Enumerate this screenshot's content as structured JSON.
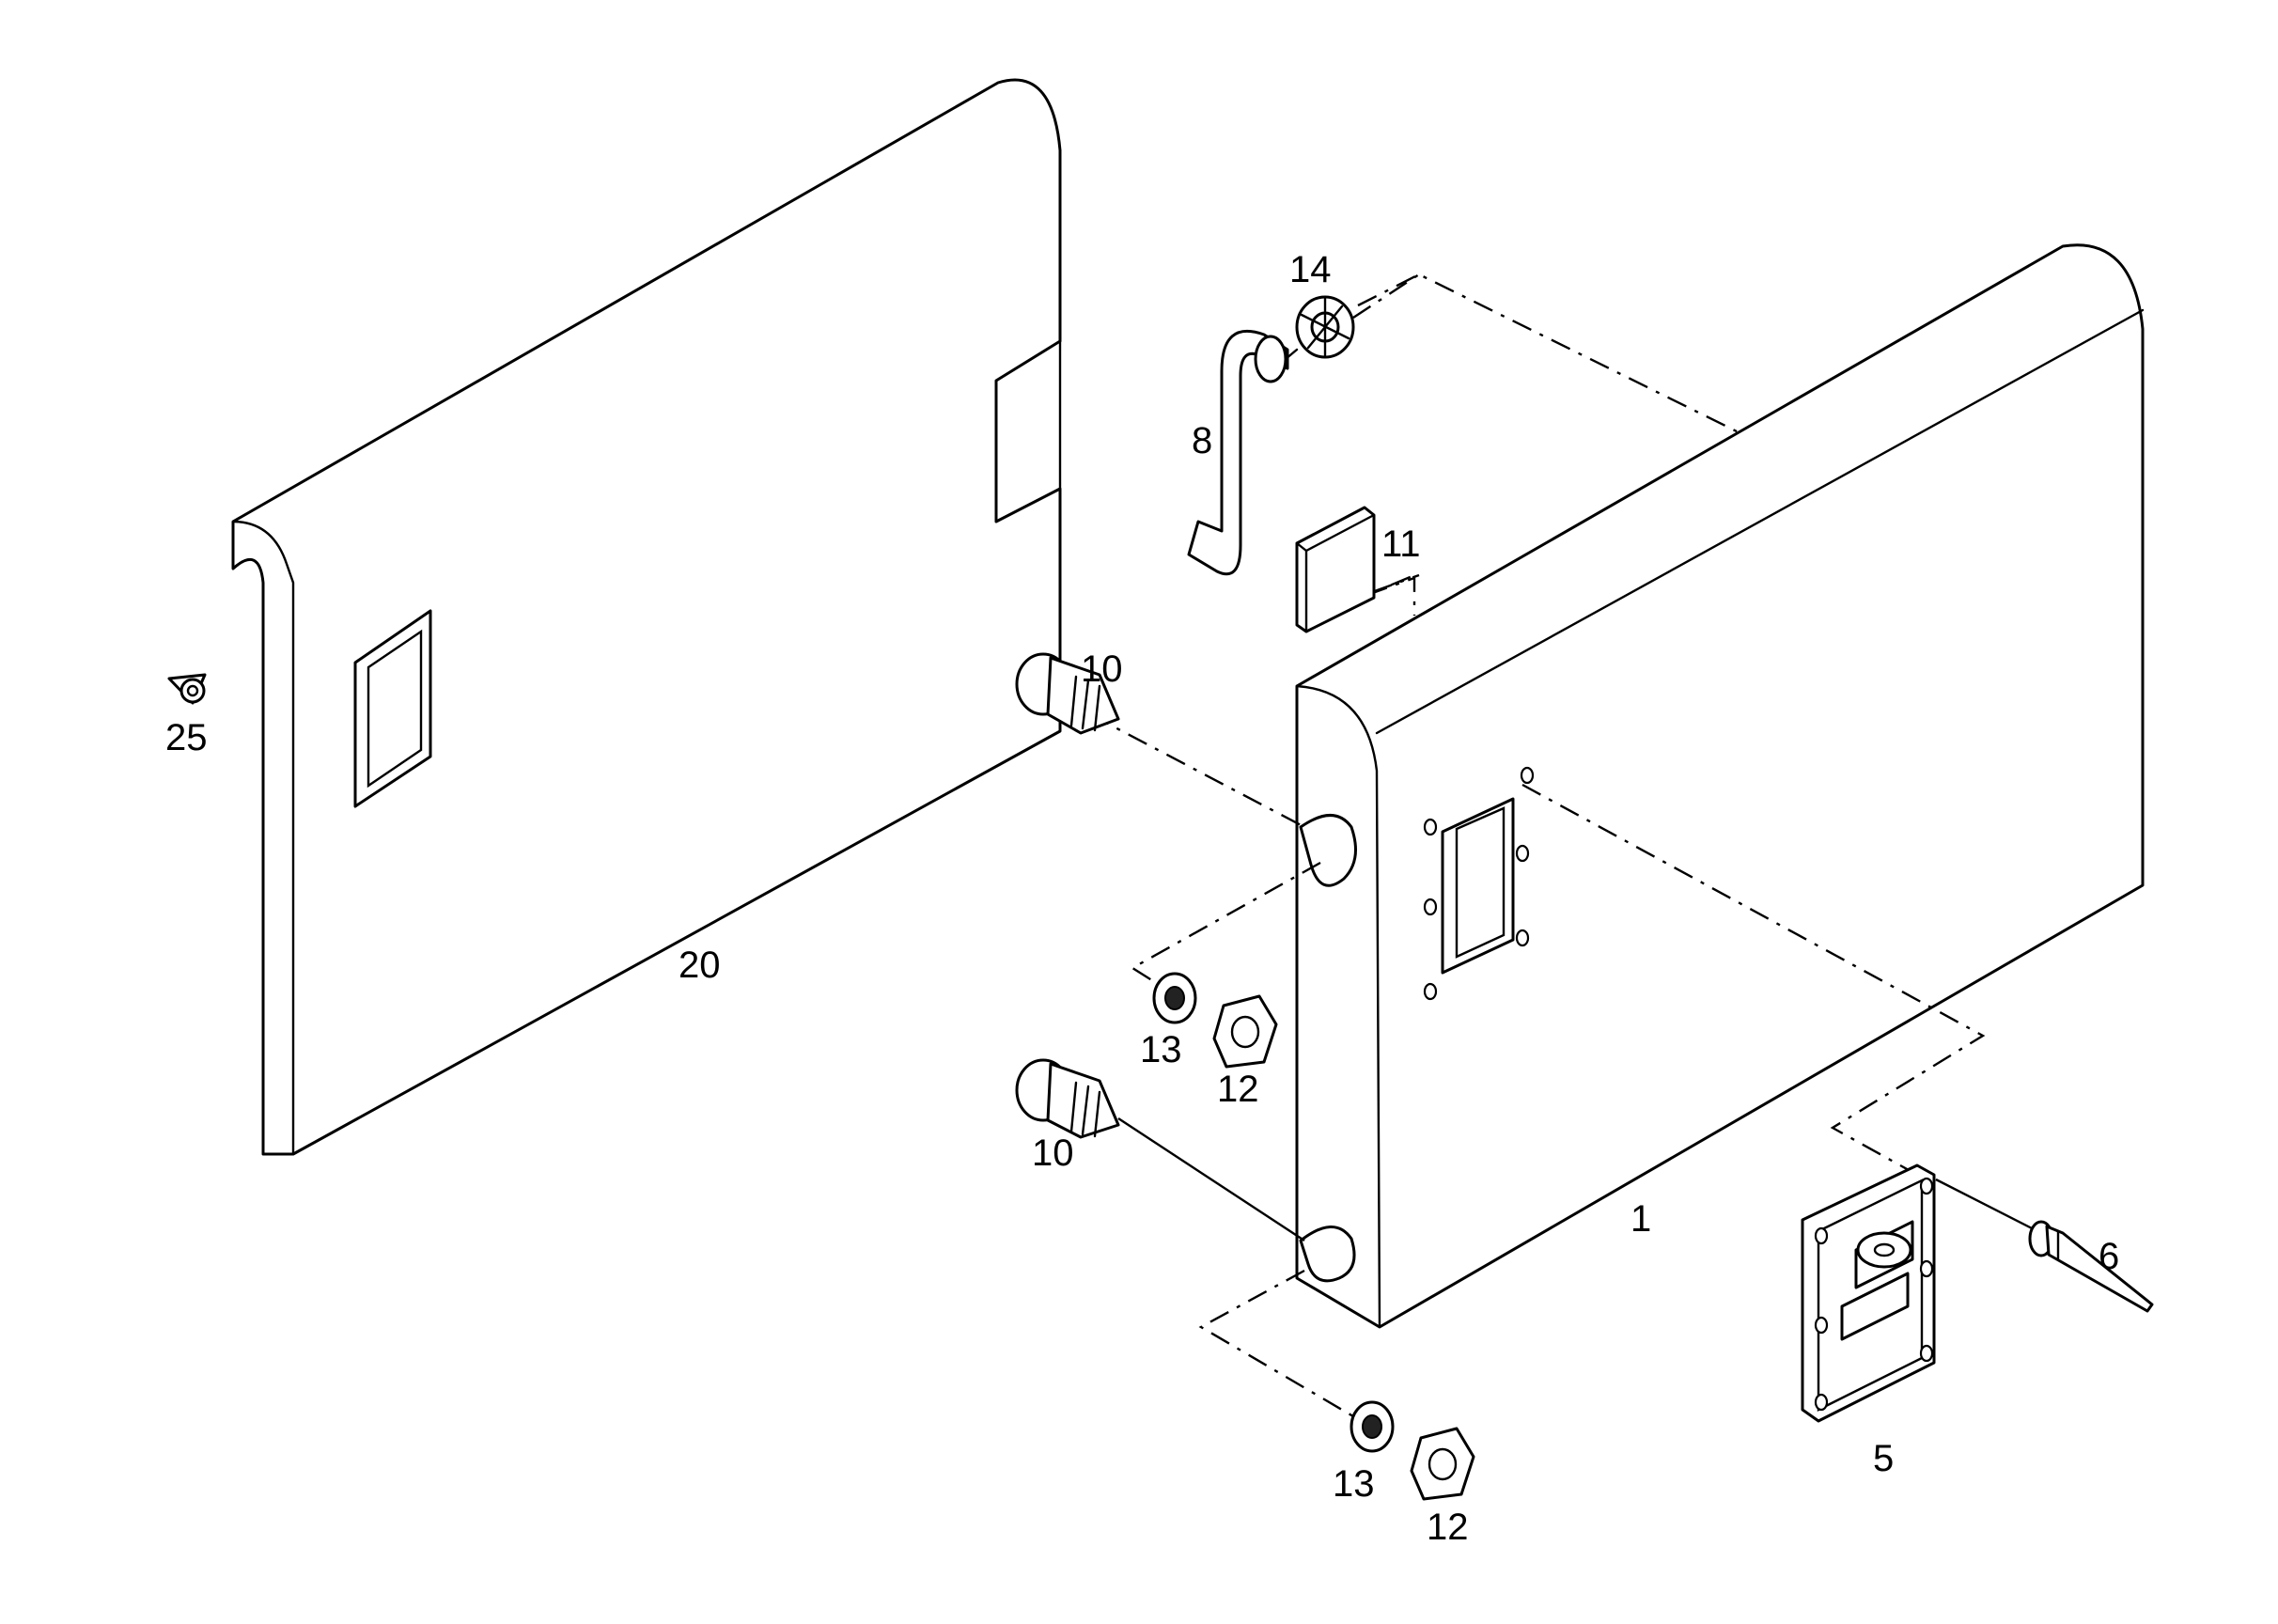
{
  "diagram": {
    "labels": {
      "p1": "1",
      "p5": "5",
      "p6": "6",
      "p8": "8",
      "p10a": "10",
      "p10b": "10",
      "p11": "11",
      "p12a": "12",
      "p12b": "12",
      "p13a": "13",
      "p13b": "13",
      "p14": "14",
      "p20": "20",
      "p25": "25"
    }
  }
}
